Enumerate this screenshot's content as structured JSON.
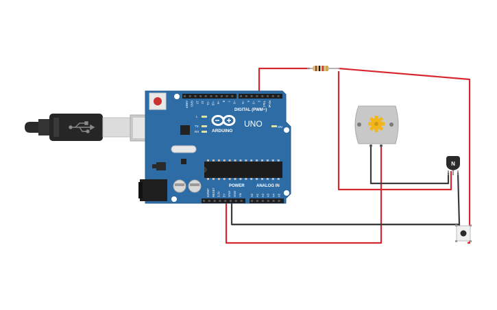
{
  "board": {
    "brand": "ARDUINO",
    "model": "UNO",
    "digital_label": "DIGITAL (PWM~)",
    "power_label": "POWER",
    "analog_label": "ANALOG IN",
    "on_label": "ON",
    "led_l": "L",
    "led_tx": "TX",
    "led_rx": "RX",
    "digital_pins": [
      "AREF",
      "GND",
      "13",
      "12",
      "~11",
      "~10",
      "~9",
      "8",
      "7",
      "~6",
      "~5",
      "4",
      "~3",
      "2",
      "TX▸1",
      "RX◂0"
    ],
    "power_pins": [
      "IOREF",
      "RESET",
      "3.3V",
      "5V",
      "GND",
      "GND",
      "Vin"
    ],
    "analog_pins": [
      "A0",
      "A1",
      "A2",
      "A3",
      "A4",
      "A5"
    ]
  },
  "transistor": {
    "label": "N"
  },
  "colors": {
    "board": "#2e6ca6",
    "board_edge": "#245a8c",
    "wire_red": "#d8262e",
    "wire_black": "#3a3a3a",
    "motor_body": "#c8c8c8",
    "gear": "#f2b51c"
  }
}
